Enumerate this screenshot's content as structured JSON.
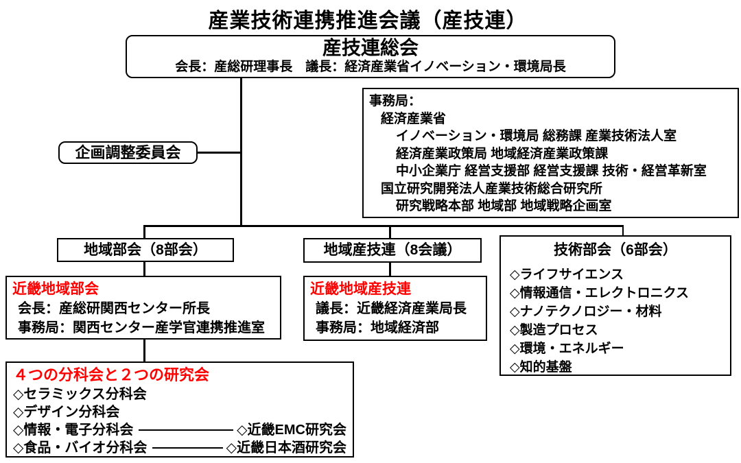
{
  "page_title": "産業技術連携推進会議（産技連）",
  "soukai": {
    "title": "産技連総会",
    "subtitle": "会長：産総研理事長　議長：経済産業省イノベーション・環境局長"
  },
  "jimukyoku": {
    "lines": [
      "事務局：",
      "経済産業省",
      "イノベーション・環境局 総務課 産業技術法人室",
      "経済産業政策局 地域経済産業政策課",
      "中小企業庁 経営支援部 経営支援課 技術・経営革新室",
      "国立研究開発法人産業技術総合研究所",
      "研究戦略本部 地域部 地域戦略企画室"
    ]
  },
  "kikaku": {
    "label": "企画調整委員会"
  },
  "chiiki_bukai": {
    "label": "地域部会（8部会）"
  },
  "chiiki_santeiren": {
    "label": "地域産技連（8会議）"
  },
  "gijutsu_bukai": {
    "title": "技術部会（6部会）",
    "items": [
      "◇ライフサイエンス",
      "◇情報通信・エレクトロニクス",
      "◇ナノテクノロジー・材料",
      "◇製造プロセス",
      "◇環境・エネルギー",
      "◇知的基盤"
    ]
  },
  "kinki_bukai": {
    "title": "近畿地域部会",
    "lines": [
      "会長：産総研関西センター所長",
      "事務局：関西センター産学官連携推進室"
    ]
  },
  "kinki_santeiren": {
    "title": "近畿地域産技連",
    "lines": [
      "議長：近畿経済産業局長",
      "事務局：地域経済部"
    ]
  },
  "bunkakai": {
    "title": "４つの分科会と２つの研究会",
    "rows": [
      {
        "label": "◇セラミックス分科会",
        "partner": ""
      },
      {
        "label": "◇デザイン分科会",
        "partner": ""
      },
      {
        "label": "◇情報・電子分科会",
        "partner": "◇近畿EMC研究会"
      },
      {
        "label": "◇食品・バイオ分科会",
        "partner": "◇近畿日本酒研究会"
      }
    ]
  },
  "colors": {
    "accent_red": "#ff0000",
    "line_black": "#000000"
  }
}
